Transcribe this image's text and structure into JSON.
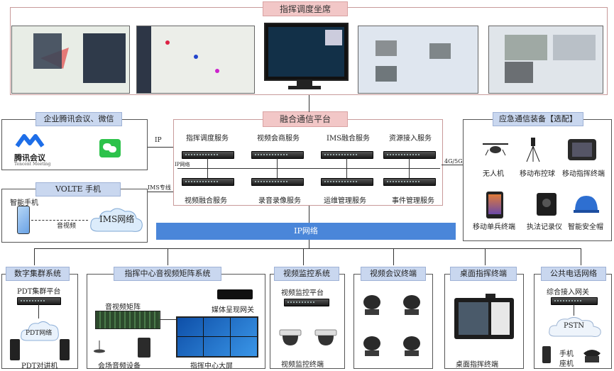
{
  "top": {
    "title": "指挥调度坐席"
  },
  "platform": {
    "title": "融合通信平台",
    "services_top": [
      "指挥调度服务",
      "视频会商服务",
      "IMS融合服务",
      "资源接入服务"
    ],
    "services_bottom": [
      "视频融合服务",
      "录音录像服务",
      "运维管理服务",
      "事件管理服务"
    ],
    "ip_label": "IP网络",
    "net_4g5g": "4G/5G"
  },
  "enterprise": {
    "title": "企业腾讯会议、微信",
    "logo_cn": "腾讯会议",
    "logo_en": "Tencent Meeting",
    "link": "IP"
  },
  "volte": {
    "title": "VOLTE 手机",
    "phone": "智能手机",
    "av": "音视频",
    "cloud": "IMS网络",
    "link": "IMS专线"
  },
  "emergency": {
    "title": "应急通信装备【选配】",
    "items": [
      "无人机",
      "移动布控球",
      "移动指挥终端",
      "移动单兵终端",
      "执法记录仪",
      "智能安全帽"
    ]
  },
  "ip_network": "IP网络",
  "bottom": {
    "digital": {
      "title": "数字集群系统",
      "platform": "PDT集群平台",
      "net": "PDT网络",
      "device": "PDT对讲机"
    },
    "center": {
      "title": "指挥中心音视频矩阵系统",
      "matrix": "音视频矩阵",
      "gateway": "媒体呈现网关",
      "conf": "会场音频设备",
      "screen": "指挥中心大屏"
    },
    "video_mon": {
      "title": "视频监控系统",
      "platform": "视频监控平台",
      "device": "视频监控终端"
    },
    "video_conf": {
      "title": "视频会议终端"
    },
    "desktop": {
      "title": "桌面指挥终端",
      "device": "桌面指挥终端"
    },
    "public": {
      "title": "公共电话网络",
      "gateway": "综合接入网关",
      "net": "PSTN",
      "phone": "手机",
      "landline": "座机"
    }
  },
  "colors": {
    "red_title": "#f2c7c7",
    "blue_title": "#c9d7ef",
    "ip_bar": "#4a86d9"
  }
}
